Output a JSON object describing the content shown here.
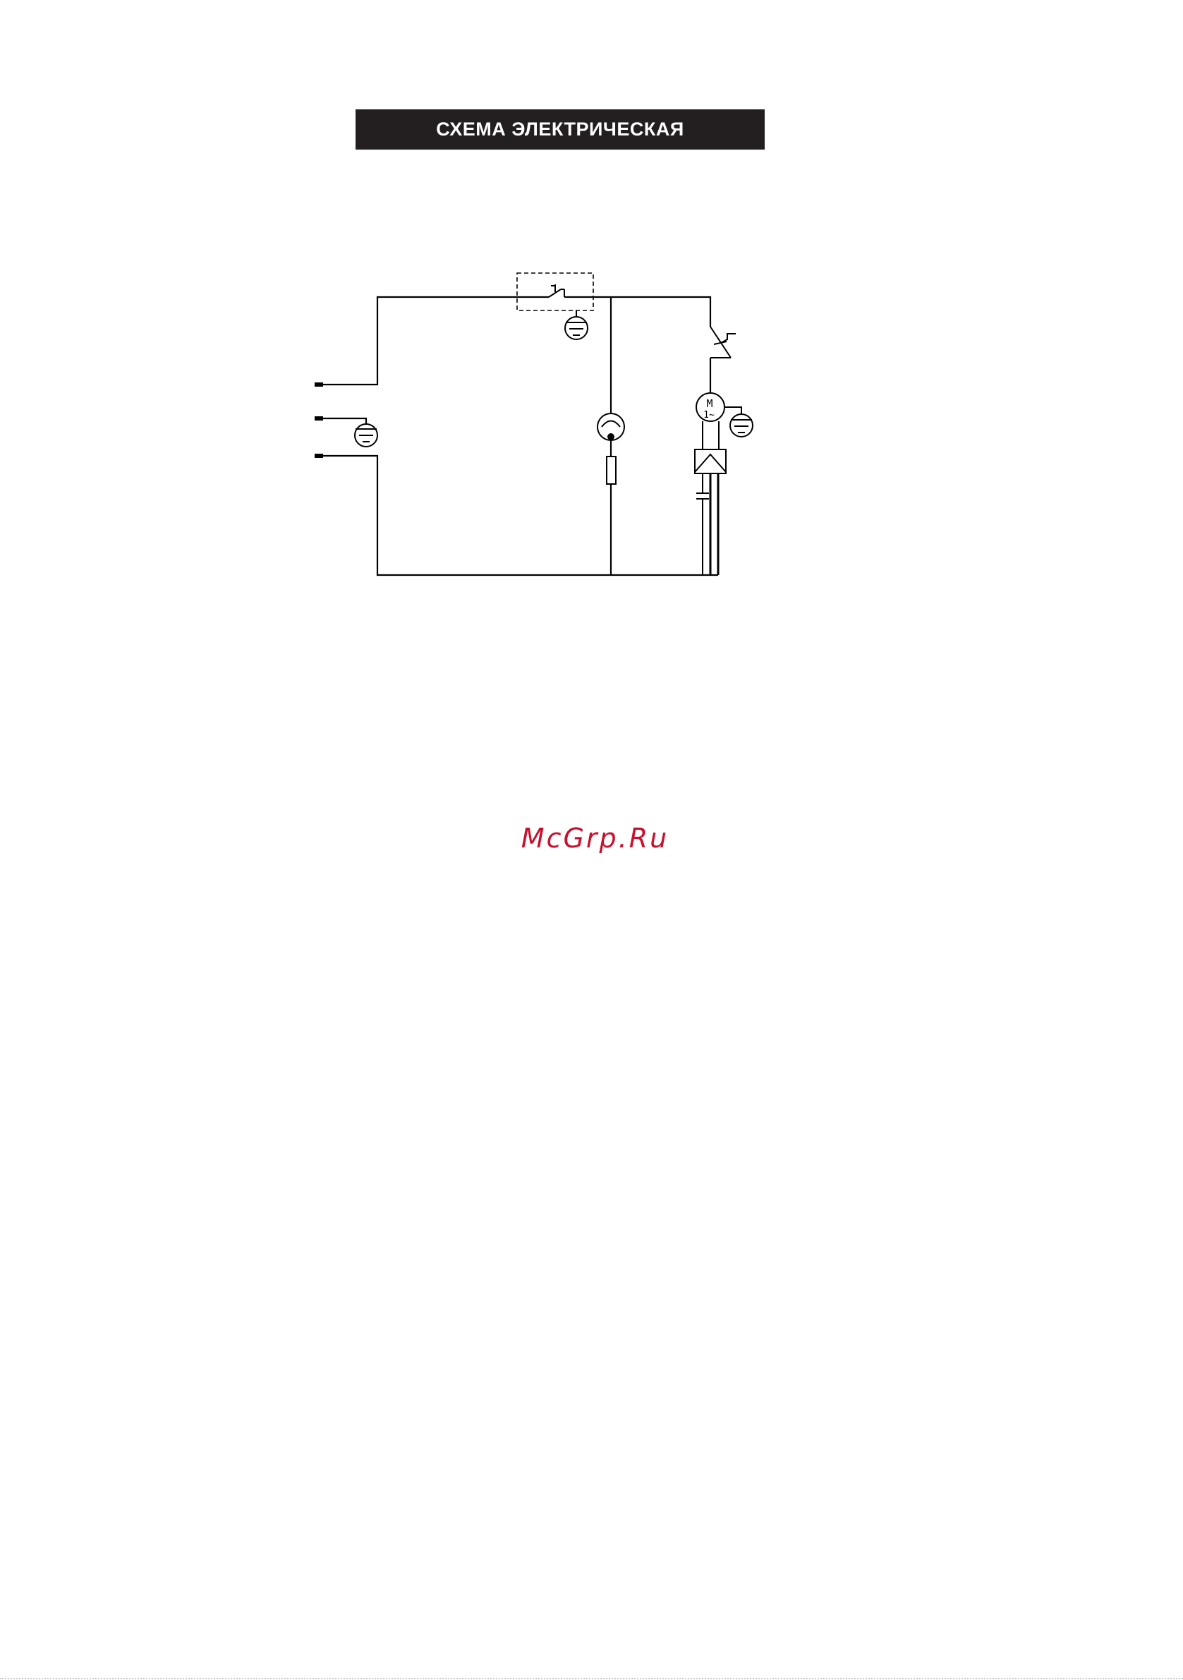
{
  "title": "СХЕМА ЭЛЕКТРИЧЕСКАЯ",
  "motor_label": "M",
  "motor_phase": "1~",
  "watermark": {
    "text": "McGrp.Ru",
    "color": "#c8102e"
  },
  "colors": {
    "title_background": "#231f20",
    "title_text": "#ffffff",
    "wire": "#000000"
  }
}
